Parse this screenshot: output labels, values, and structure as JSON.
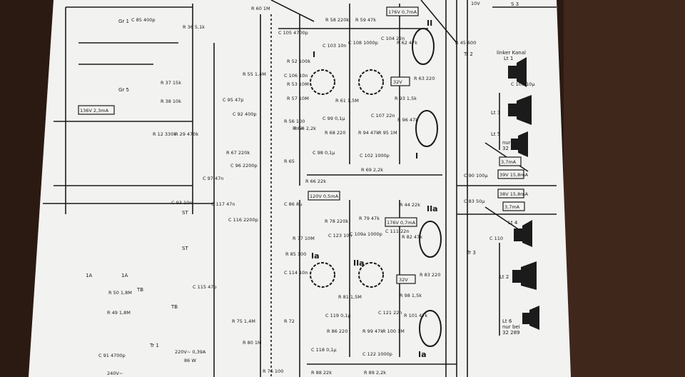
{
  "schematic": {
    "voltages": [
      "176V 0,7mA",
      "32V",
      "176V 0,7mA",
      "32V",
      "3,7mA",
      "3,7mA",
      "10V",
      "39V 15,8mA",
      "38V 15,8mA",
      "120V 0,5mA",
      "136V 2,3mA",
      "220V~ 0,39A",
      "86 W",
      "240V~"
    ],
    "resistors": [
      "R 60 1M",
      "R 58 220k",
      "R 59 47k",
      "R 62 47k",
      "R 63 220",
      "R 36 5,1k",
      "R 37 15k",
      "R 38 10k",
      "R 12 330k",
      "R 29 470k",
      "R 52 100k",
      "R 53 10M",
      "R 57 10M",
      "R 55 1,4M",
      "R 56 100",
      "R 54 2,2k",
      "R 61 1,5M",
      "R 68 220",
      "R 94 47k",
      "R 95 1M",
      "R 67 220k",
      "R 66 22k",
      "R 69 2,2k",
      "R 44 22k",
      "R 78 220k",
      "R 79 47k",
      "R 82 47k",
      "R 83 220",
      "R 77 10M",
      "R 85 100",
      "R 75 1,4M",
      "R 81 1,5M",
      "R 86 220",
      "R 99 47k",
      "R 100 1M",
      "R 101 47k",
      "R 98 1,5k",
      "R 72",
      "R 80 1M",
      "R 76 100",
      "R 88 22k",
      "R 89 2,2k",
      "R 50 1,8M",
      "R 49 1,8M",
      "R 45 600",
      "R 96 47k",
      "R 93 1,5k",
      "R 64",
      "R 65"
    ],
    "capacitors": [
      "C 105 4700p",
      "C 103 10n",
      "C 108 1000p",
      "C 104 22n",
      "C 106 10n",
      "C 99 0,1µ",
      "C 107 22n",
      "C 98 0,1µ",
      "C 102 1000p",
      "C 90 100µ",
      "C 83 50µ",
      "C 109 10µ",
      "C 110",
      "C 117 47n",
      "C 116 2200p",
      "C 115 47p",
      "C 118 0,1µ",
      "C 119 0,1µ",
      "C 121 22n",
      "C 122 1000p",
      "C 123 10n",
      "C 111 22n",
      "C 109a 1000p",
      "C 114 10n",
      "C 86 8µ",
      "C 93 10n",
      "C 91 4700p",
      "C 95 47p",
      "C 96 2200p",
      "C 97 47n",
      "C 92 400p",
      "C 85 400p"
    ],
    "tubes": [
      "I",
      "II",
      "I",
      "Ia",
      "IIa",
      "IIa",
      "Ia"
    ],
    "parts": [
      "Tr 2",
      "Tr 3",
      "Tr 1",
      "S 3",
      "Lt 1",
      "Lt 2",
      "Lt 3",
      "Lt 4",
      "Lt 5",
      "Lt 6",
      "TB",
      "TB",
      "Gr 1",
      "Gr 5",
      "ST",
      "ST"
    ],
    "notes": [
      "linker Kanal",
      "nur bei",
      "32 298",
      "nur bei",
      "32 289",
      "1A",
      "1A"
    ]
  }
}
